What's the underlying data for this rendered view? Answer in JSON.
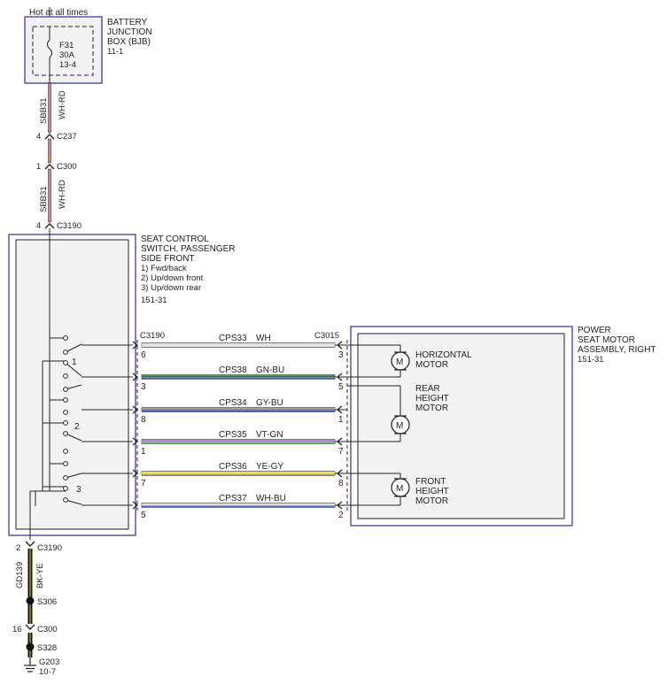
{
  "header": {
    "hot_label": "Hot at all times"
  },
  "bjb": {
    "title_lines": [
      "BATTERY",
      "JUNCTION",
      "BOX (BJB)",
      "11-1"
    ],
    "fuse_lines": [
      "F31",
      "30A",
      "13-4"
    ]
  },
  "supply_circuit": {
    "circuit": "SBB31",
    "color": "WH-RD",
    "connectors": [
      {
        "pin": "4",
        "name": "C237"
      },
      {
        "pin": "1",
        "name": "C300"
      },
      {
        "pin": "4",
        "name": "C3190"
      }
    ]
  },
  "seat_switch": {
    "title_lines": [
      "SEAT CONTROL",
      "SWITCH, PASSENGER",
      "SIDE FRONT",
      "1) Fwd/back",
      "2) Up/down front",
      "3) Up/down rear",
      "151-31"
    ],
    "switch_numbers": [
      "1",
      "2",
      "3"
    ],
    "connector": "C3190"
  },
  "seat_motor": {
    "title_lines": [
      "POWER",
      "SEAT MOTOR",
      "ASSEMBLY, RIGHT",
      "151-31"
    ],
    "connector": "C3015",
    "motor_symbol": "M",
    "motors": [
      {
        "lines": [
          "HORIZONTAL",
          "MOTOR"
        ]
      },
      {
        "lines": [
          "REAR",
          "HEIGHT",
          "MOTOR"
        ]
      },
      {
        "lines": [
          "FRONT",
          "HEIGHT",
          "MOTOR"
        ]
      }
    ]
  },
  "wires": [
    {
      "circuit": "CPS33",
      "color": "WH",
      "left_pin": "6",
      "right_pin": "3",
      "colors": [
        "#dddddd"
      ]
    },
    {
      "circuit": "CPS38",
      "color": "GN-BU",
      "left_pin": "3",
      "right_pin": "5",
      "colors": [
        "#1a7a2a",
        "#2244bb"
      ]
    },
    {
      "circuit": "CPS34",
      "color": "GY-BU",
      "left_pin": "8",
      "right_pin": "1",
      "colors": [
        "#888888",
        "#2233aa"
      ]
    },
    {
      "circuit": "CPS35",
      "color": "VT-GN",
      "left_pin": "1",
      "right_pin": "7",
      "colors": [
        "#b36ad0",
        "#4caf50"
      ]
    },
    {
      "circuit": "CPS36",
      "color": "YE-GY",
      "left_pin": "7",
      "right_pin": "8",
      "colors": [
        "#f0e020",
        "#999999"
      ]
    },
    {
      "circuit": "CPS37",
      "color": "WH-BU",
      "left_pin": "5",
      "right_pin": "2",
      "colors": [
        "#dddddd",
        "#3355cc"
      ]
    }
  ],
  "ground_circuit": {
    "connector_top": {
      "pin": "2",
      "name": "C3190"
    },
    "circuit": "GD139",
    "color": "BK-YE",
    "splice1": "S306",
    "connector_mid": {
      "pin": "16",
      "name": "C300"
    },
    "splice2": "S328",
    "ground": [
      "G203",
      "10-7"
    ]
  }
}
